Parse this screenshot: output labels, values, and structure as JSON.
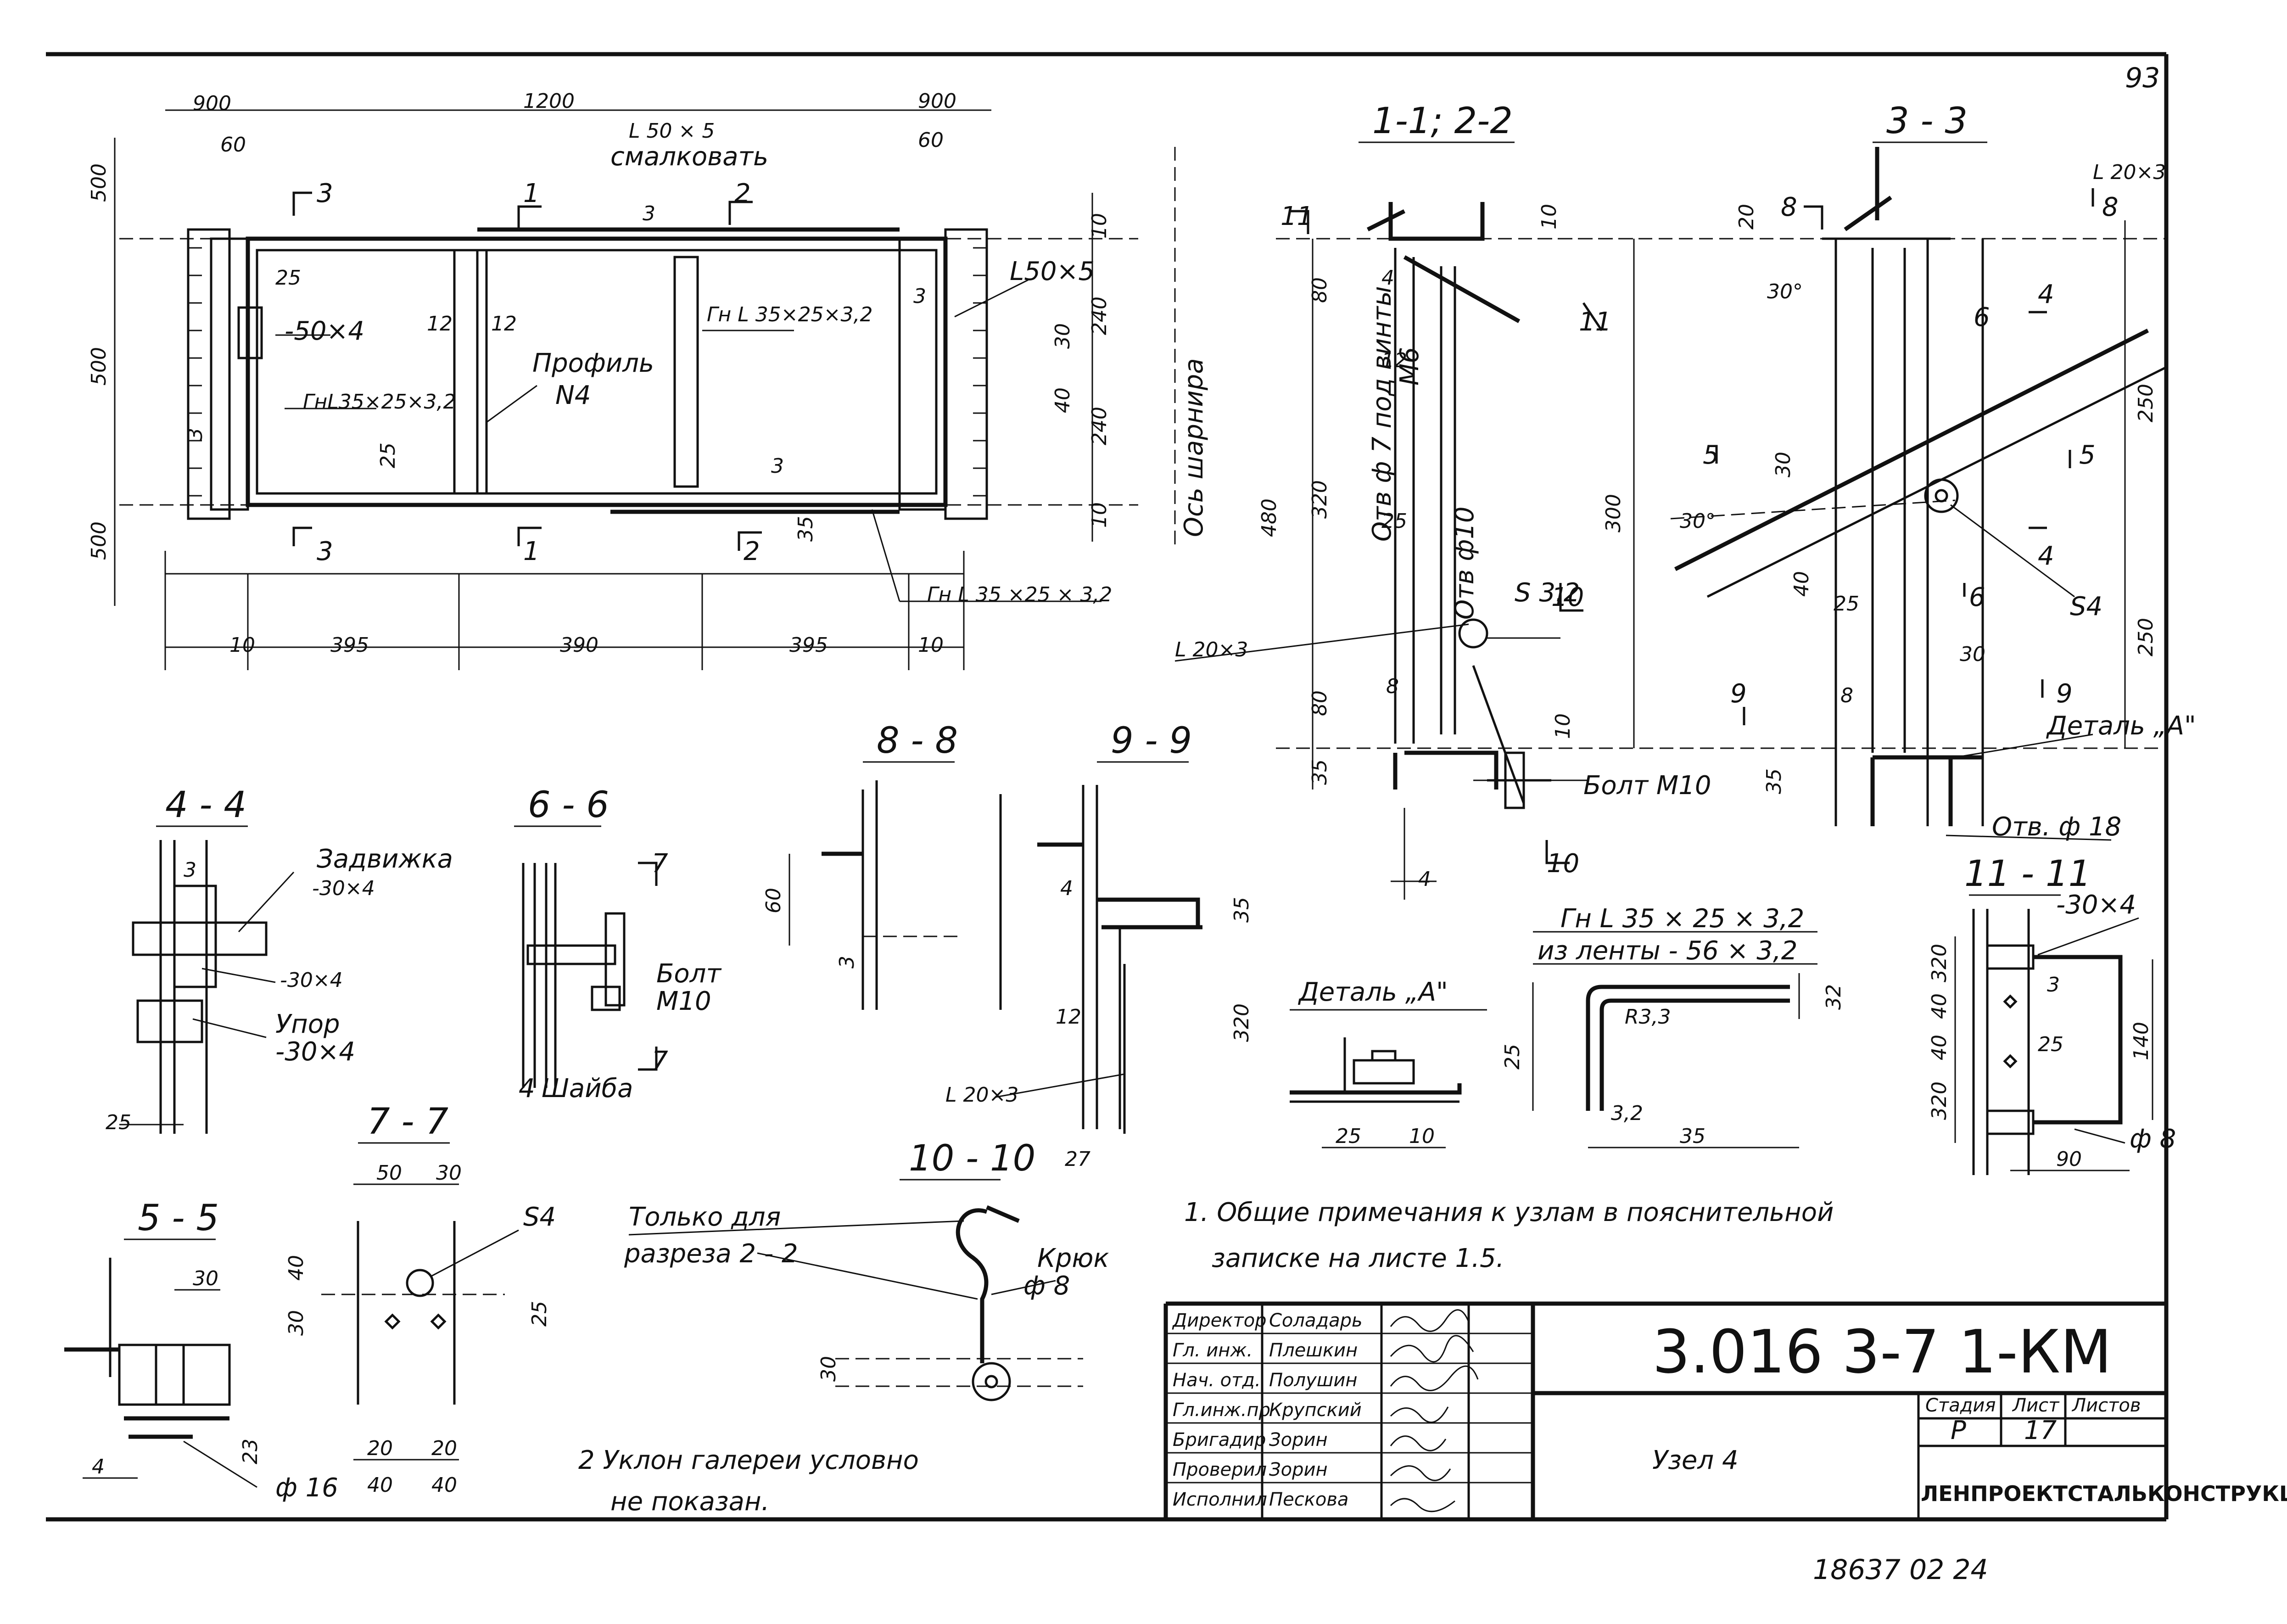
{
  "sheet": {
    "page_number": "93",
    "stamp_bottom": "18637 02 24"
  },
  "plan": {
    "dims_top": [
      "900",
      "1200",
      "900"
    ],
    "dims_top_small": [
      "60",
      "60"
    ],
    "dims_left": [
      "500",
      "500",
      "500"
    ],
    "dims_bottom": [
      "10",
      "395",
      "390",
      "395",
      "10"
    ],
    "dims_right": [
      "10",
      "240",
      "30",
      "40",
      "240",
      "10"
    ],
    "inner_dims": [
      "25",
      "12",
      "12",
      "25",
      "3",
      "3",
      "3",
      "3",
      "35"
    ],
    "section_marks": [
      "3",
      "1",
      "2",
      "3",
      "1",
      "2"
    ],
    "labels": {
      "angle_top": "L 50 × 5",
      "angle_top_note": "смалковать",
      "plate": "-50×4",
      "profile_left": "ГнL35×25×3,2",
      "profile_center_1": "Профиль",
      "profile_center_2": "N4",
      "profile_right_top": "Гн L 35×25×3,2",
      "angle_right": "L50×5",
      "profile_bottom": "Гн L 35 ×25 × 3,2",
      "hinge_axis": "Ось шарнира"
    }
  },
  "section_1_1": {
    "title": "1-1; 2-2",
    "labels": {
      "holes_top": "Отв ф 7 под винты",
      "holes_bottom": "М6",
      "hole10": "Отв ф10",
      "s32": "S 3.2",
      "angle": "L 20×3",
      "bolt": "Болт М10"
    },
    "dims": [
      "80",
      "320",
      "480",
      "25",
      "12",
      "4",
      "80",
      "8",
      "35",
      "4",
      "10",
      "10",
      "300"
    ],
    "marks": [
      "11",
      "11",
      "10",
      "10"
    ]
  },
  "section_3_3": {
    "title": "3 - 3",
    "labels": {
      "angle": "L 20×3",
      "s4": "S4",
      "detail": "Деталь „А\"",
      "hole18": "Отв. ф 18"
    },
    "dims": [
      "20",
      "30°",
      "30°",
      "30",
      "40",
      "25",
      "8",
      "35",
      "30",
      "250",
      "250"
    ],
    "marks": [
      "8",
      "8",
      "4",
      "4",
      "5",
      "5",
      "6",
      "6",
      "9",
      "9"
    ]
  },
  "section_4_4": {
    "title": "4 - 4",
    "labels": {
      "latch_1": "Задвижка",
      "latch_2": "-30×4",
      "plate": "-30×4",
      "stop_1": "Упор",
      "stop_2": "-30×4"
    },
    "dims": [
      "3",
      "25"
    ]
  },
  "section_6_6": {
    "title": "6 - 6",
    "labels": {
      "bolt_1": "Болт",
      "bolt_2": "М10",
      "washer": "Шайба"
    },
    "dims": [
      "4"
    ],
    "marks": [
      "7",
      "7"
    ]
  },
  "section_8_8": {
    "title": "8 - 8",
    "dims": [
      "60",
      "3"
    ]
  },
  "section_9_9": {
    "title": "9 - 9",
    "labels": {
      "angle": "L 20×3"
    },
    "dims": [
      "4",
      "35",
      "12",
      "320",
      "27"
    ]
  },
  "section_7_7": {
    "title": "7 - 7",
    "labels": {
      "s4": "S4"
    },
    "dims": [
      "50",
      "30",
      "40",
      "30",
      "25",
      "20",
      "20",
      "40",
      "40"
    ]
  },
  "section_5_5": {
    "title": "5 - 5",
    "labels": {
      "hole": "ф 16"
    },
    "dims": [
      "30",
      "23",
      "4"
    ]
  },
  "section_10_10": {
    "title": "10 - 10",
    "labels": {
      "only_1": "Только для",
      "only_2": "разреза 2 - 2",
      "hook_1": "Крюк",
      "hook_2": "ф 8"
    },
    "dims": [
      "30"
    ]
  },
  "detail_a": {
    "title": "Деталь „А\"",
    "dims": [
      "25",
      "10"
    ]
  },
  "profile_detail": {
    "title": "Гн L 35 × 25 × 3,2",
    "subtitle": "из ленты - 56 × 3,2",
    "dims": [
      "R3,3",
      "32",
      "25",
      "3,2",
      "35"
    ]
  },
  "section_11_11": {
    "title": "11 - 11",
    "labels": {
      "plate": "-30×4",
      "hole": "ф 8"
    },
    "dims": [
      "320",
      "40",
      "3",
      "40",
      "25",
      "320",
      "140",
      "90"
    ]
  },
  "notes": {
    "note1_line1": "1. Общие примечания к узлам в пояснительной",
    "note1_line2": "записке на листе 1.5.",
    "note2_line1": "2 Уклон галереи условно",
    "note2_line2": "не показан."
  },
  "title_block": {
    "code": "3.016 3-7 1-КМ",
    "roles": [
      "Директор",
      "Гл. инж.",
      "Нач. отд.",
      "Гл.инж.пр",
      "Бригадир",
      "Проверил",
      "Исполнил"
    ],
    "names": [
      "Соладарь",
      "Плешкин",
      "Полушин",
      "Крупский",
      "Зорин",
      "Зорин",
      "Пескова"
    ],
    "stage_header": "Стадия",
    "sheet_header": "Лист",
    "sheets_header": "Листов",
    "stage": "Р",
    "sheet": "17",
    "sheets": "",
    "item": "Узел 4",
    "organization": "ЛЕНПРОЕКТСТАЛЬКОНСТРУКЦИЯ"
  }
}
